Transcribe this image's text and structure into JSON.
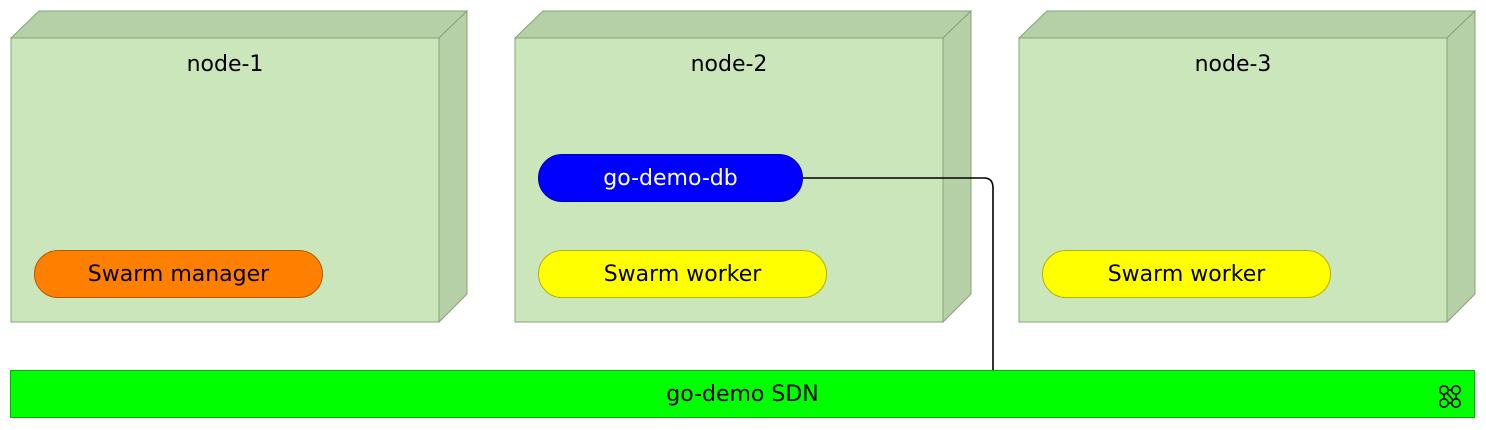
{
  "nodes": [
    {
      "title": "node-1",
      "services": [
        {
          "label": "Swarm manager",
          "kind": "manager"
        }
      ]
    },
    {
      "title": "node-2",
      "services": [
        {
          "label": "go-demo-db",
          "kind": "db"
        },
        {
          "label": "Swarm worker",
          "kind": "worker"
        }
      ]
    },
    {
      "title": "node-3",
      "services": [
        {
          "label": "Swarm worker",
          "kind": "worker"
        }
      ]
    }
  ],
  "network": {
    "label": "go-demo SDN",
    "icon": "network-icon"
  },
  "colors": {
    "node_front": "#cbe6bb",
    "node_side": "#b5cfa7",
    "node_border": "#84a574",
    "manager": "#ff8000",
    "worker": "#ffff00",
    "db": "#0000ff",
    "network": "#00ff00"
  }
}
